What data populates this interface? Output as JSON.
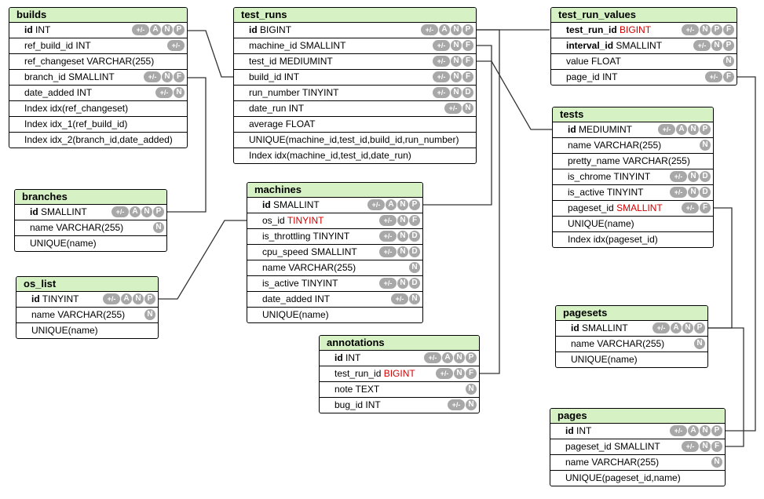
{
  "tables": {
    "builds": {
      "title": "builds",
      "rows": [
        {
          "name": "id",
          "type": "INT",
          "badges": [
            "+/-",
            "A",
            "N",
            "P"
          ],
          "pk": true
        },
        {
          "name": "ref_build_id",
          "type": "INT",
          "badges": [
            "+/-"
          ]
        },
        {
          "name": "ref_changeset",
          "type": "VARCHAR(255)",
          "badges": []
        },
        {
          "name": "branch_id",
          "type": "SMALLINT",
          "badges": [
            "+/-",
            "N",
            "F"
          ]
        },
        {
          "name": "date_added",
          "type": "INT",
          "badges": [
            "+/-",
            "N"
          ]
        },
        {
          "name": "Index idx(ref_changeset)",
          "type": "",
          "badges": []
        },
        {
          "name": "Index idx_1(ref_build_id)",
          "type": "",
          "badges": []
        },
        {
          "name": "Index idx_2(branch_id,date_added)",
          "type": "",
          "badges": []
        }
      ]
    },
    "test_runs": {
      "title": "test_runs",
      "rows": [
        {
          "name": "id",
          "type": "BIGINT",
          "badges": [
            "+/-",
            "A",
            "N",
            "P"
          ],
          "pk": true
        },
        {
          "name": "machine_id",
          "type": "SMALLINT",
          "badges": [
            "+/-",
            "N",
            "F"
          ]
        },
        {
          "name": "test_id",
          "type": "MEDIUMINT",
          "badges": [
            "+/-",
            "N",
            "F"
          ]
        },
        {
          "name": "build_id",
          "type": "INT",
          "badges": [
            "+/-",
            "N",
            "F"
          ]
        },
        {
          "name": "run_number",
          "type": "TINYINT",
          "badges": [
            "+/-",
            "N",
            "D"
          ]
        },
        {
          "name": "date_run",
          "type": "INT",
          "badges": [
            "+/-",
            "N"
          ]
        },
        {
          "name": "average",
          "type": "FLOAT",
          "badges": []
        },
        {
          "name": "UNIQUE(machine_id,test_id,build_id,run_number)",
          "type": "",
          "badges": []
        },
        {
          "name": "Index idx(machine_id,test_id,date_run)",
          "type": "",
          "badges": []
        }
      ]
    },
    "test_run_values": {
      "title": "test_run_values",
      "rows": [
        {
          "name": "test_run_id",
          "type": "BIGINT",
          "badges": [
            "+/-",
            "N",
            "P",
            "F"
          ],
          "pk": true,
          "red": true
        },
        {
          "name": "interval_id",
          "type": "SMALLINT",
          "badges": [
            "+/-",
            "N",
            "P"
          ],
          "pk": true
        },
        {
          "name": "value",
          "type": "FLOAT",
          "badges": [
            "N"
          ]
        },
        {
          "name": "page_id",
          "type": "INT",
          "badges": [
            "+/-",
            "F"
          ]
        }
      ]
    },
    "tests": {
      "title": "tests",
      "rows": [
        {
          "name": "id",
          "type": "MEDIUMINT",
          "badges": [
            "+/-",
            "A",
            "N",
            "P"
          ],
          "pk": true
        },
        {
          "name": "name",
          "type": "VARCHAR(255)",
          "badges": [
            "N"
          ]
        },
        {
          "name": "pretty_name",
          "type": "VARCHAR(255)",
          "badges": []
        },
        {
          "name": "is_chrome",
          "type": "TINYINT",
          "badges": [
            "+/-",
            "N",
            "D"
          ]
        },
        {
          "name": "is_active",
          "type": "TINYINT",
          "badges": [
            "+/-",
            "N",
            "D"
          ]
        },
        {
          "name": "pageset_id",
          "type": "SMALLINT",
          "badges": [
            "+/-",
            "F"
          ],
          "red": true
        },
        {
          "name": "UNIQUE(name)",
          "type": "",
          "badges": []
        },
        {
          "name": "Index idx(pageset_id)",
          "type": "",
          "badges": []
        }
      ]
    },
    "branches": {
      "title": "branches",
      "rows": [
        {
          "name": "id",
          "type": "SMALLINT",
          "badges": [
            "+/-",
            "A",
            "N",
            "P"
          ],
          "pk": true
        },
        {
          "name": "name",
          "type": "VARCHAR(255)",
          "badges": [
            "N"
          ]
        },
        {
          "name": "UNIQUE(name)",
          "type": "",
          "badges": []
        }
      ]
    },
    "machines": {
      "title": "machines",
      "rows": [
        {
          "name": "id",
          "type": "SMALLINT",
          "badges": [
            "+/-",
            "A",
            "N",
            "P"
          ],
          "pk": true
        },
        {
          "name": "os_id",
          "type": "TINYINT",
          "badges": [
            "+/-",
            "N",
            "F"
          ],
          "red": true
        },
        {
          "name": "is_throttling",
          "type": "TINYINT",
          "badges": [
            "+/-",
            "N",
            "D"
          ]
        },
        {
          "name": "cpu_speed",
          "type": "SMALLINT",
          "badges": [
            "+/-",
            "N",
            "D"
          ]
        },
        {
          "name": "name",
          "type": "VARCHAR(255)",
          "badges": [
            "N"
          ]
        },
        {
          "name": "is_active",
          "type": "TINYINT",
          "badges": [
            "+/-",
            "N",
            "D"
          ]
        },
        {
          "name": "date_added",
          "type": "INT",
          "badges": [
            "+/-",
            "N"
          ]
        },
        {
          "name": "UNIQUE(name)",
          "type": "",
          "badges": []
        }
      ]
    },
    "os_list": {
      "title": "os_list",
      "rows": [
        {
          "name": "id",
          "type": "TINYINT",
          "badges": [
            "+/-",
            "A",
            "N",
            "P"
          ],
          "pk": true
        },
        {
          "name": "name",
          "type": "VARCHAR(255)",
          "badges": [
            "N"
          ]
        },
        {
          "name": "UNIQUE(name)",
          "type": "",
          "badges": []
        }
      ]
    },
    "annotations": {
      "title": "annotations",
      "rows": [
        {
          "name": "id",
          "type": "INT",
          "badges": [
            "+/-",
            "A",
            "N",
            "P"
          ],
          "pk": true
        },
        {
          "name": "test_run_id",
          "type": "BIGINT",
          "badges": [
            "+/-",
            "N",
            "F"
          ],
          "red": true
        },
        {
          "name": "note",
          "type": "TEXT",
          "badges": [
            "N"
          ]
        },
        {
          "name": "bug_id",
          "type": "INT",
          "badges": [
            "+/-",
            "N"
          ]
        }
      ]
    },
    "pagesets": {
      "title": "pagesets",
      "rows": [
        {
          "name": "id",
          "type": "SMALLINT",
          "badges": [
            "+/-",
            "A",
            "N",
            "P"
          ],
          "pk": true
        },
        {
          "name": "name",
          "type": "VARCHAR(255)",
          "badges": [
            "N"
          ]
        },
        {
          "name": "UNIQUE(name)",
          "type": "",
          "badges": []
        }
      ]
    },
    "pages": {
      "title": "pages",
      "rows": [
        {
          "name": "id",
          "type": "INT",
          "badges": [
            "+/-",
            "A",
            "N",
            "P"
          ],
          "pk": true
        },
        {
          "name": "pageset_id",
          "type": "SMALLINT",
          "badges": [
            "+/-",
            "N",
            "F"
          ]
        },
        {
          "name": "name",
          "type": "VARCHAR(255)",
          "badges": [
            "N"
          ]
        },
        {
          "name": "UNIQUE(pageset_id,name)",
          "type": "",
          "badges": []
        }
      ]
    }
  },
  "colors": {
    "header": "#d6f2c4",
    "badge": "#a8a8a8",
    "fk_type": "#d40000"
  }
}
